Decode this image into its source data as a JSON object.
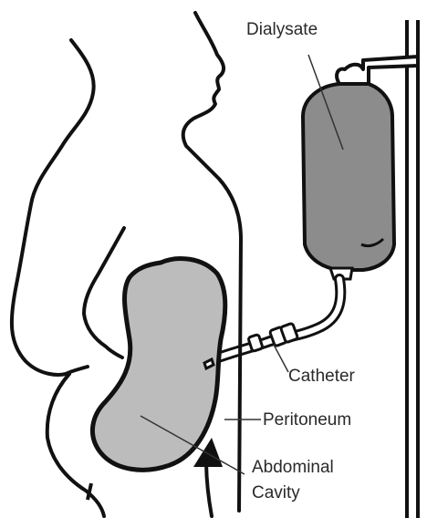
{
  "labels": {
    "dialysate": "Dialysate",
    "catheter": "Catheter",
    "peritoneum": "Peritoneum",
    "abdominal_cavity_line1": "Abdominal",
    "abdominal_cavity_line2": "Cavity"
  },
  "colors": {
    "outline": "#111111",
    "bag_fill": "#8c8c8c",
    "cavity_fill": "#bcbcbc",
    "tube_fill": "#ffffff",
    "background": "#ffffff"
  }
}
